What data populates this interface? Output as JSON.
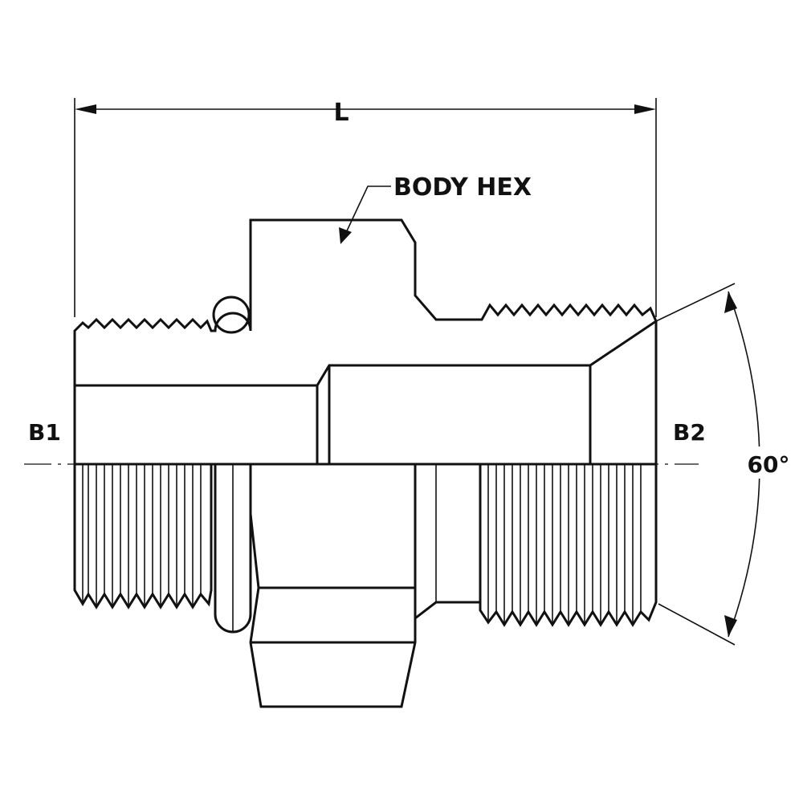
{
  "labels": {
    "length": "L",
    "body_hex": "BODY HEX",
    "end_1": "B1",
    "end_2": "B2",
    "angle": "60°"
  },
  "colors": {
    "line": "#111111",
    "background": "#ffffff"
  }
}
